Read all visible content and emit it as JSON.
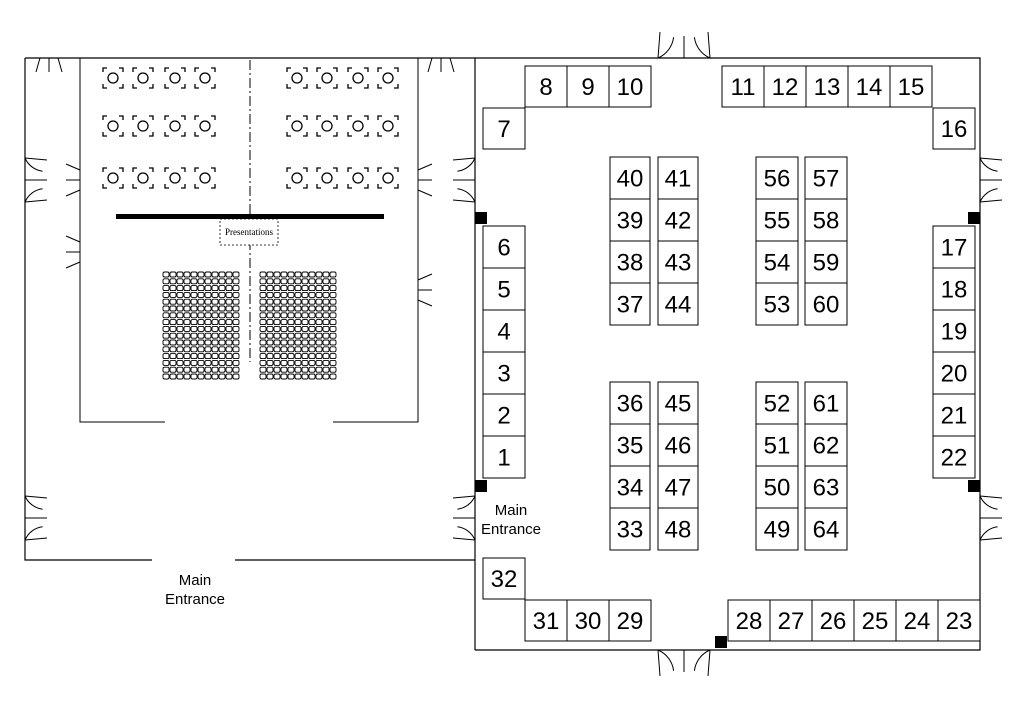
{
  "presentation_label": "Presentations",
  "entrance_left": [
    "Main",
    "Entrance"
  ],
  "entrance_center": [
    "Main",
    "Entrance"
  ],
  "booths": {
    "top_left": [
      "8",
      "9",
      "10"
    ],
    "top_right": [
      "11",
      "12",
      "13",
      "14",
      "15"
    ],
    "corner_top_left": "7",
    "corner_top_right": "16",
    "left_column": [
      "6",
      "5",
      "4",
      "3",
      "2",
      "1"
    ],
    "right_column": [
      "17",
      "18",
      "19",
      "20",
      "21",
      "22"
    ],
    "corner_bottom_left": "32",
    "bottom_left": [
      "31",
      "30",
      "29"
    ],
    "bottom_right": [
      "28",
      "27",
      "26",
      "25",
      "24",
      "23"
    ],
    "island_a_top_left": [
      "40",
      "39",
      "38",
      "37"
    ],
    "island_a_top_right": [
      "41",
      "42",
      "43",
      "44"
    ],
    "island_b_top_left": [
      "56",
      "55",
      "54",
      "53"
    ],
    "island_b_top_right": [
      "57",
      "58",
      "59",
      "60"
    ],
    "island_a_bottom_left": [
      "36",
      "35",
      "34",
      "33"
    ],
    "island_a_bottom_right": [
      "45",
      "46",
      "47",
      "48"
    ],
    "island_b_bottom_left": [
      "52",
      "51",
      "50",
      "49"
    ],
    "island_b_bottom_right": [
      "61",
      "62",
      "63",
      "64"
    ]
  }
}
